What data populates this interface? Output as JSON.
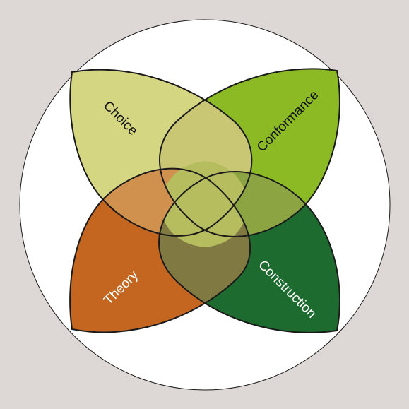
{
  "diagram": {
    "background_color": "#ddd7d5",
    "circle_color": "#ffffff",
    "outline_color": "#1a1a1a",
    "petals": [
      {
        "id": "choice",
        "label": "Choice",
        "fill": "#d5d682",
        "text_color": "#111111"
      },
      {
        "id": "conformance",
        "label": "Conformance",
        "fill": "#8cba25",
        "text_color": "#111111"
      },
      {
        "id": "theory",
        "label": "Theory",
        "fill": "#c4661f",
        "text_color": "#ffffff"
      },
      {
        "id": "construction",
        "label": "Construction",
        "fill": "#1d6b2f",
        "text_color": "#ffffff"
      }
    ],
    "overlaps": {
      "choice_conformance": "#cac774",
      "choice_theory": "#d0914e",
      "conformance_construction": "#8ca542",
      "theory_construction": "#807a42",
      "center": "#b5bd5f"
    }
  }
}
